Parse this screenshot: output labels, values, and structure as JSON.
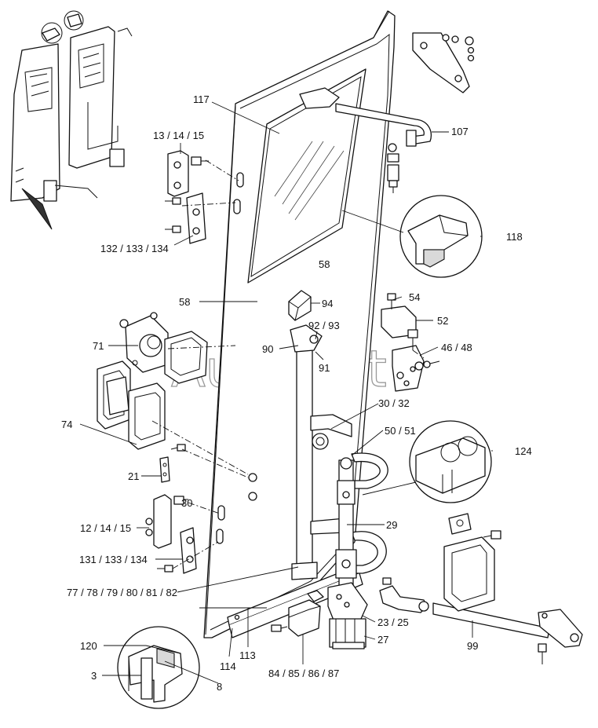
{
  "watermark": "AutoSoft",
  "labels": [
    {
      "id": "l117",
      "text": "117"
    },
    {
      "id": "l13",
      "text": "13 / 14 / 15"
    },
    {
      "id": "l132",
      "text": "132 / 133 / 134"
    },
    {
      "id": "l107",
      "text": "107"
    },
    {
      "id": "l118",
      "text": "118"
    },
    {
      "id": "l58a",
      "text": "58"
    },
    {
      "id": "l58b",
      "text": "58"
    },
    {
      "id": "l94",
      "text": "94"
    },
    {
      "id": "l54",
      "text": "54"
    },
    {
      "id": "l52",
      "text": "52"
    },
    {
      "id": "l9293",
      "text": "92 / 93"
    },
    {
      "id": "l90",
      "text": "90"
    },
    {
      "id": "l91",
      "text": "91"
    },
    {
      "id": "l4648",
      "text": "46 / 48"
    },
    {
      "id": "l71",
      "text": "71"
    },
    {
      "id": "l3032",
      "text": "30 / 32"
    },
    {
      "id": "l74",
      "text": "74"
    },
    {
      "id": "l5051",
      "text": "50 / 51"
    },
    {
      "id": "l124",
      "text": "124"
    },
    {
      "id": "l21",
      "text": "21"
    },
    {
      "id": "l30",
      "text": "30"
    },
    {
      "id": "l12",
      "text": "12 / 14 / 15"
    },
    {
      "id": "l29",
      "text": "29"
    },
    {
      "id": "l131",
      "text": "131 / 133 / 134"
    },
    {
      "id": "l77",
      "text": "77 / 78 / 79 / 80 / 81 / 82"
    },
    {
      "id": "l2325",
      "text": "23 / 25"
    },
    {
      "id": "l120",
      "text": "120"
    },
    {
      "id": "l27",
      "text": "27"
    },
    {
      "id": "l99",
      "text": "99"
    },
    {
      "id": "l113",
      "text": "113"
    },
    {
      "id": "l3",
      "text": "3"
    },
    {
      "id": "l114",
      "text": "114"
    },
    {
      "id": "l8",
      "text": "8"
    },
    {
      "id": "l84",
      "text": "84 / 85 / 86 / 87"
    }
  ]
}
